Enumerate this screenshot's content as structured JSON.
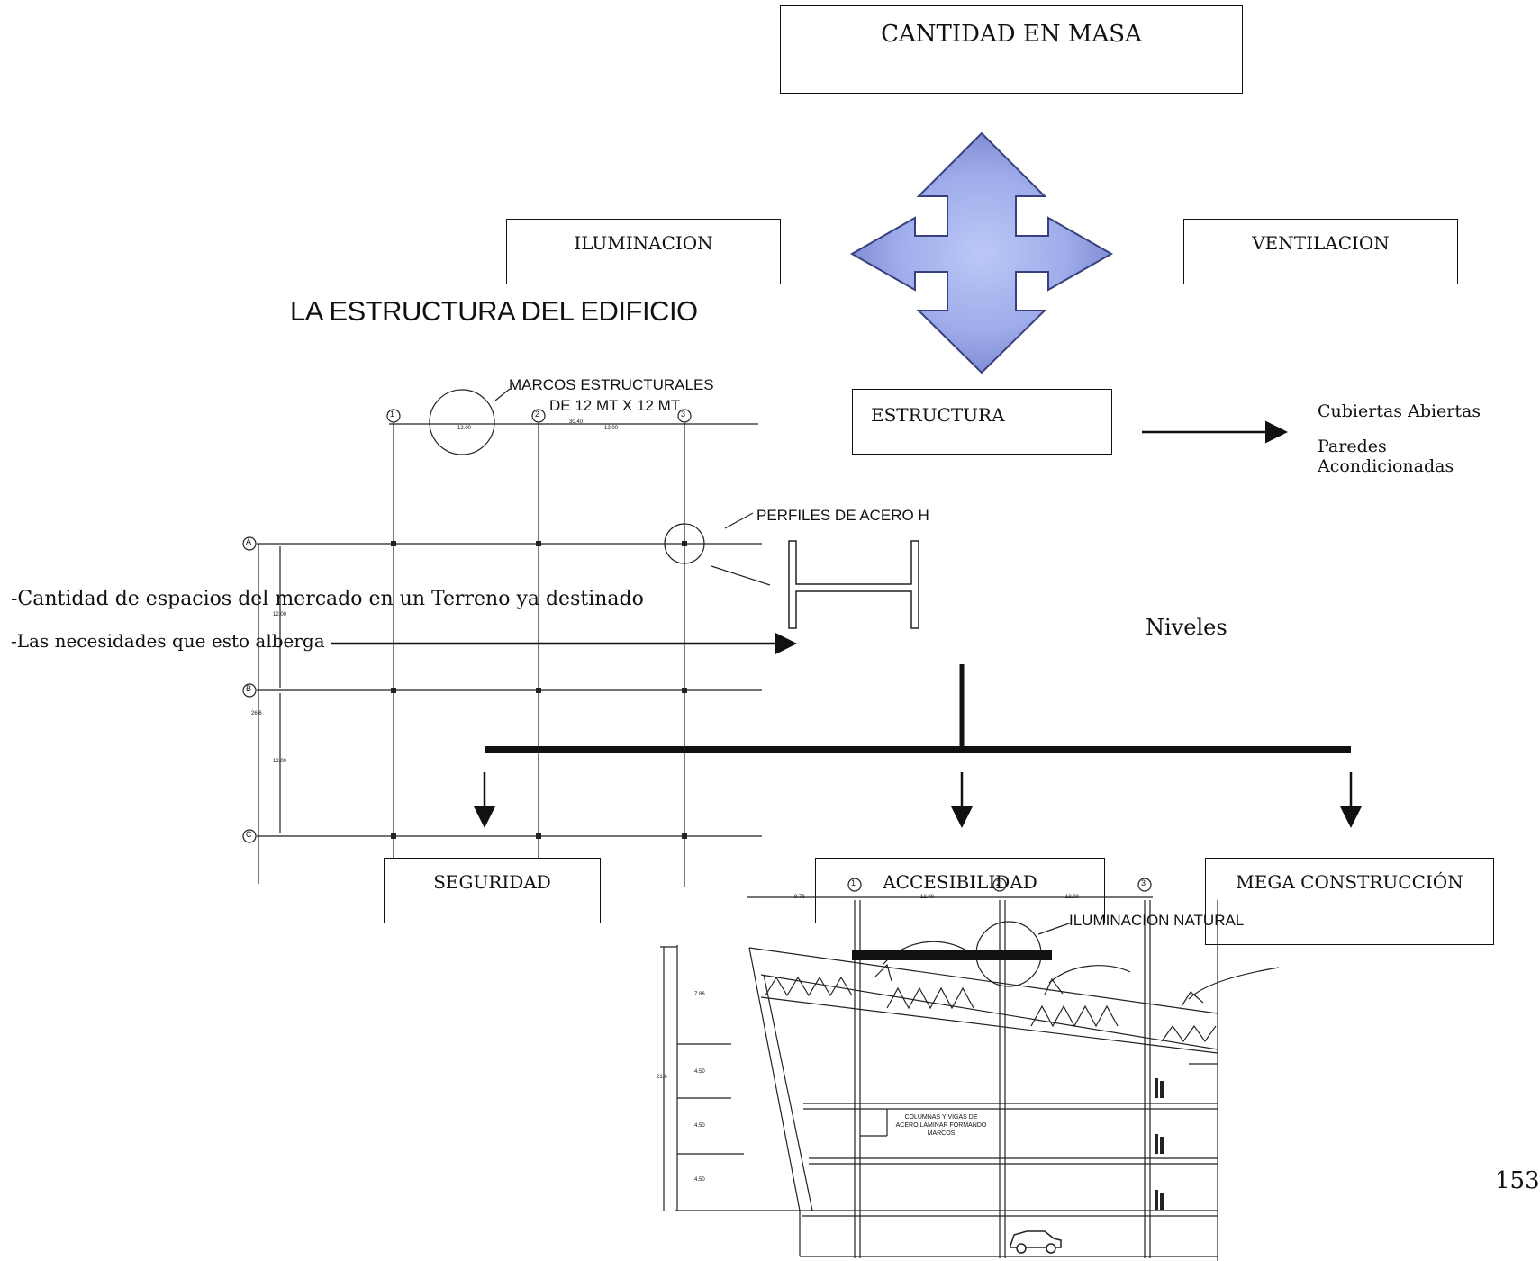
{
  "boxes": {
    "cantidad_en_masa": "CANTIDAD EN MASA",
    "iluminacion": "ILUMINACION",
    "ventilacion": "VENTILACION",
    "estructura": "ESTRUCTURA",
    "seguridad": "SEGURIDAD",
    "accesibilidad": "ACCESIBILIDAD",
    "mega_construccion": "MEGA CONSTRUCCIÓN"
  },
  "texts": {
    "estructura_title": "LA ESTRUCTURA DEL EDIFICIO",
    "marcos_line1": "MARCOS ESTRUCTURALES",
    "marcos_line2": "DE 12 MT X 12 MT",
    "perfiles": "PERFILES DE ACERO H",
    "cubiertas": "Cubiertas Abiertas",
    "paredes": "Paredes Acondicionadas",
    "cantidad_espacios": "-Cantidad de espacios del mercado en un Terreno ya destinado",
    "necesidades": "-Las necesidades que  esto alberga",
    "niveles": "Niveles",
    "iluminacion_natural": "ILUMINACION NATURAL",
    "columnas_line1": "COLUMNAS Y VIGAS DE",
    "columnas_line2": "ACERO LAMINAR FORMANDO",
    "columnas_line3": "MARCOS",
    "page_number": "153"
  },
  "grid_labels": {
    "axes_numbers": [
      "1",
      "2",
      "3"
    ],
    "axes_letters": [
      "A",
      "B",
      "C"
    ],
    "dims_top": [
      "12.00",
      "30.40",
      "12.00"
    ],
    "dims_side": [
      "12.00",
      "26.6",
      "12.00"
    ],
    "section_axes": [
      "1",
      "2",
      "3"
    ],
    "section_dims_top": [
      "8.78",
      "12.00",
      "12.00"
    ],
    "section_dims_side": [
      "7.86",
      "4.50",
      "4.50",
      "4.50",
      "21.6"
    ]
  },
  "colors": {
    "arrow_fill": "#8f9de3",
    "arrow_light": "#b9c5f5",
    "arrow_stroke": "#39407e",
    "line": "#111111"
  }
}
